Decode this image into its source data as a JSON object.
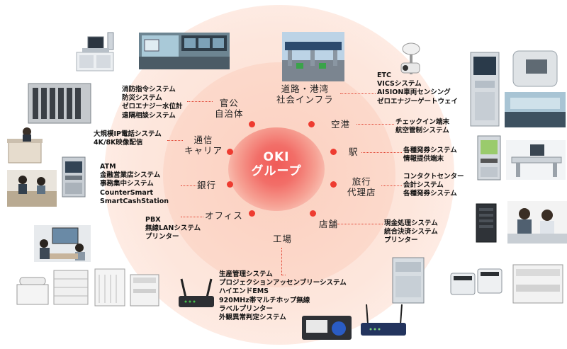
{
  "center": {
    "line1": "OKI",
    "line2": "グループ"
  },
  "sectors": {
    "government": [
      "官公",
      "自治体"
    ],
    "road": [
      "道路・港湾",
      "社会インフラ"
    ],
    "airport": [
      "空港"
    ],
    "station": [
      "駅"
    ],
    "travel": [
      "旅行",
      "代理店"
    ],
    "store": [
      "店舗"
    ],
    "factory": [
      "工場"
    ],
    "office": [
      "オフィス"
    ],
    "bank": [
      "銀行"
    ],
    "carrier": [
      "通信",
      "キャリア"
    ]
  },
  "systems": {
    "government": [
      "消防指令システム",
      "防災システム",
      "ゼロエナジー水位計",
      "遠隔相談システム"
    ],
    "road": [
      "ETC",
      "VICSシステム",
      "AISION車両センシング",
      "ゼロエナジーゲートウェイ"
    ],
    "airport": [
      "チェックイン端末",
      "航空管制システム"
    ],
    "station": [
      "各種発券システム",
      "情報提供端末"
    ],
    "travel": [
      "コンタクトセンター",
      "会計システム",
      "各種発券システム"
    ],
    "store": [
      "現金処理システム",
      "統合決済システム",
      "プリンター"
    ],
    "factory": [
      "生産管理システム",
      "プロジェクションアッセンブリーシステム",
      "ハイエンドEMS",
      "920MHz帯マルチホップ無線",
      "ラベルプリンター",
      "外観異常判定システム"
    ],
    "office": [
      "PBX",
      "無線LANシステム",
      "プリンター"
    ],
    "bank": [
      "ATM",
      "金融営業店システム",
      "事務集中システム",
      "CounterSmart",
      "SmartCashStation"
    ],
    "carrier": [
      "大規模IP電話システム",
      "4K/8K映像配信"
    ]
  },
  "colors": {
    "accent": "#ee3b30",
    "ring_outer": "#fde6dc",
    "ring_inner": "#fbd0c0",
    "center": "#f05b58"
  },
  "photos": [
    "fire-command-console",
    "control-room",
    "etc-toll-gate",
    "roadside-camera",
    "checkin-kiosk",
    "air-traffic-control-room",
    "server-rack-equipment",
    "ticket-vending-machine",
    "info-terminal-desk",
    "reception-counter",
    "atm-machine",
    "bank-teller-counter",
    "server-tower",
    "office-workers",
    "video-conference",
    "ip-phone-and-switches",
    "network-router",
    "tower-printers",
    "cash-processing-machine",
    "receipt-printers",
    "a3-laser-printer",
    "label-printer",
    "wireless-gateway"
  ]
}
